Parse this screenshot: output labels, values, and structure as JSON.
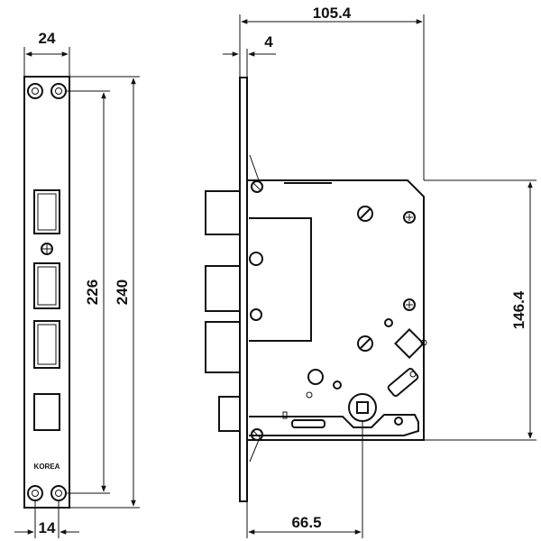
{
  "dimensions": {
    "faceplate_width": "24",
    "hole_spacing": "226",
    "faceplate_length": "240",
    "bottom_offset": "14",
    "overall_depth": "105.4",
    "faceplate_thickness": "4",
    "case_height": "146.4",
    "backset": "66.5"
  },
  "brand": "KOREA"
}
